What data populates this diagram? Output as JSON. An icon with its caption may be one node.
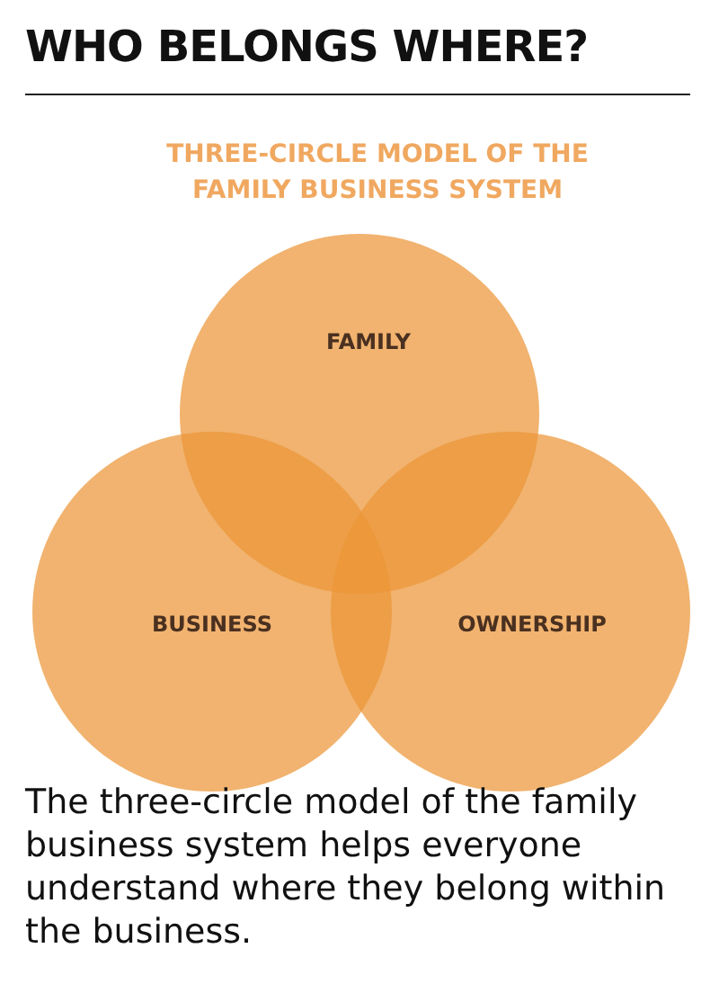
{
  "diagram": {
    "title": "WHO BELONGS WHERE?",
    "caption": "The three-circle model of the family business system helps everyone understand where they belong within the business.",
    "nodes": [
      {
        "text": [
          "FAMILY"
        ]
      },
      {
        "text": [
          "BUSINESS"
        ]
      },
      {
        "text": [
          "OWNERSHIP"
        ]
      }
    ],
    "labels": [
      "THREE-CIRCLE MODEL OF THE FAMILY BUSINESS SYSTEM"
    ]
  }
}
